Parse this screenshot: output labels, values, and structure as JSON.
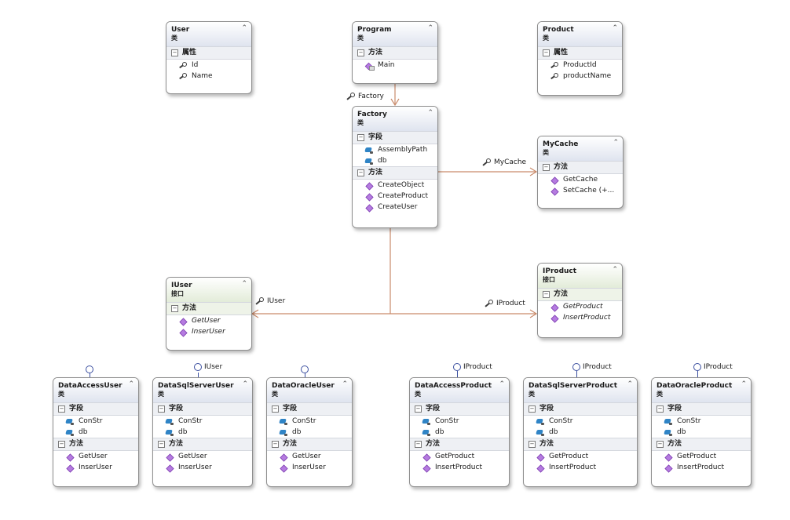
{
  "labels": {
    "class_kind": "类",
    "interface_kind": "接口",
    "section_properties": "属性",
    "section_fields": "字段",
    "section_methods": "方法"
  },
  "classes": {
    "user": {
      "name": "User",
      "properties": [
        "Id",
        "Name"
      ]
    },
    "program": {
      "name": "Program",
      "methods": [
        "Main"
      ]
    },
    "product": {
      "name": "Product",
      "properties": [
        "ProductId",
        "productName"
      ]
    },
    "factory": {
      "name": "Factory",
      "fields": [
        "AssemblyPath",
        "db"
      ],
      "methods": [
        "CreateObject",
        "CreateProduct",
        "CreateUser"
      ]
    },
    "mycache": {
      "name": "MyCache",
      "methods": [
        "GetCache",
        "SetCache (+..."
      ]
    },
    "iuser": {
      "name": "IUser",
      "methods": [
        "GetUser",
        "InserUser"
      ]
    },
    "iproduct": {
      "name": "IProduct",
      "methods": [
        "GetProduct",
        "InsertProduct"
      ]
    },
    "data_access_user": {
      "name": "DataAccessUser",
      "fields": [
        "ConStr",
        "db"
      ],
      "methods": [
        "GetUser",
        "InserUser"
      ]
    },
    "data_sqlserver_user": {
      "name": "DataSqlServerUser",
      "fields": [
        "ConStr",
        "db"
      ],
      "methods": [
        "GetUser",
        "InserUser"
      ]
    },
    "data_oracle_user": {
      "name": "DataOracleUser",
      "fields": [
        "ConStr",
        "db"
      ],
      "methods": [
        "GetUser",
        "InserUser"
      ]
    },
    "data_access_product": {
      "name": "DataAccessProduct",
      "fields": [
        "ConStr",
        "db"
      ],
      "methods": [
        "GetProduct",
        "InsertProduct"
      ]
    },
    "data_sqlserver_product": {
      "name": "DataSqlServerProduct",
      "fields": [
        "ConStr",
        "db"
      ],
      "methods": [
        "GetProduct",
        "InsertProduct"
      ]
    },
    "data_oracle_product": {
      "name": "DataOracleProduct",
      "fields": [
        "ConStr",
        "db"
      ],
      "methods": [
        "GetProduct",
        "InsertProduct"
      ]
    }
  },
  "connectors": {
    "factory": "Factory",
    "mycache": "MyCache",
    "iuser": "IUser",
    "iproduct": "IProduct"
  },
  "lollipops": {
    "sqlserver_user": "IUser",
    "access_product": "IProduct",
    "sqlserver_product": "IProduct",
    "oracle_product": "IProduct"
  },
  "colors": {
    "association_line": "#c98a6a",
    "lollipop": "#3b4fa0",
    "class_header": "#dfe4ef",
    "interface_header": "#e3ecd9"
  }
}
